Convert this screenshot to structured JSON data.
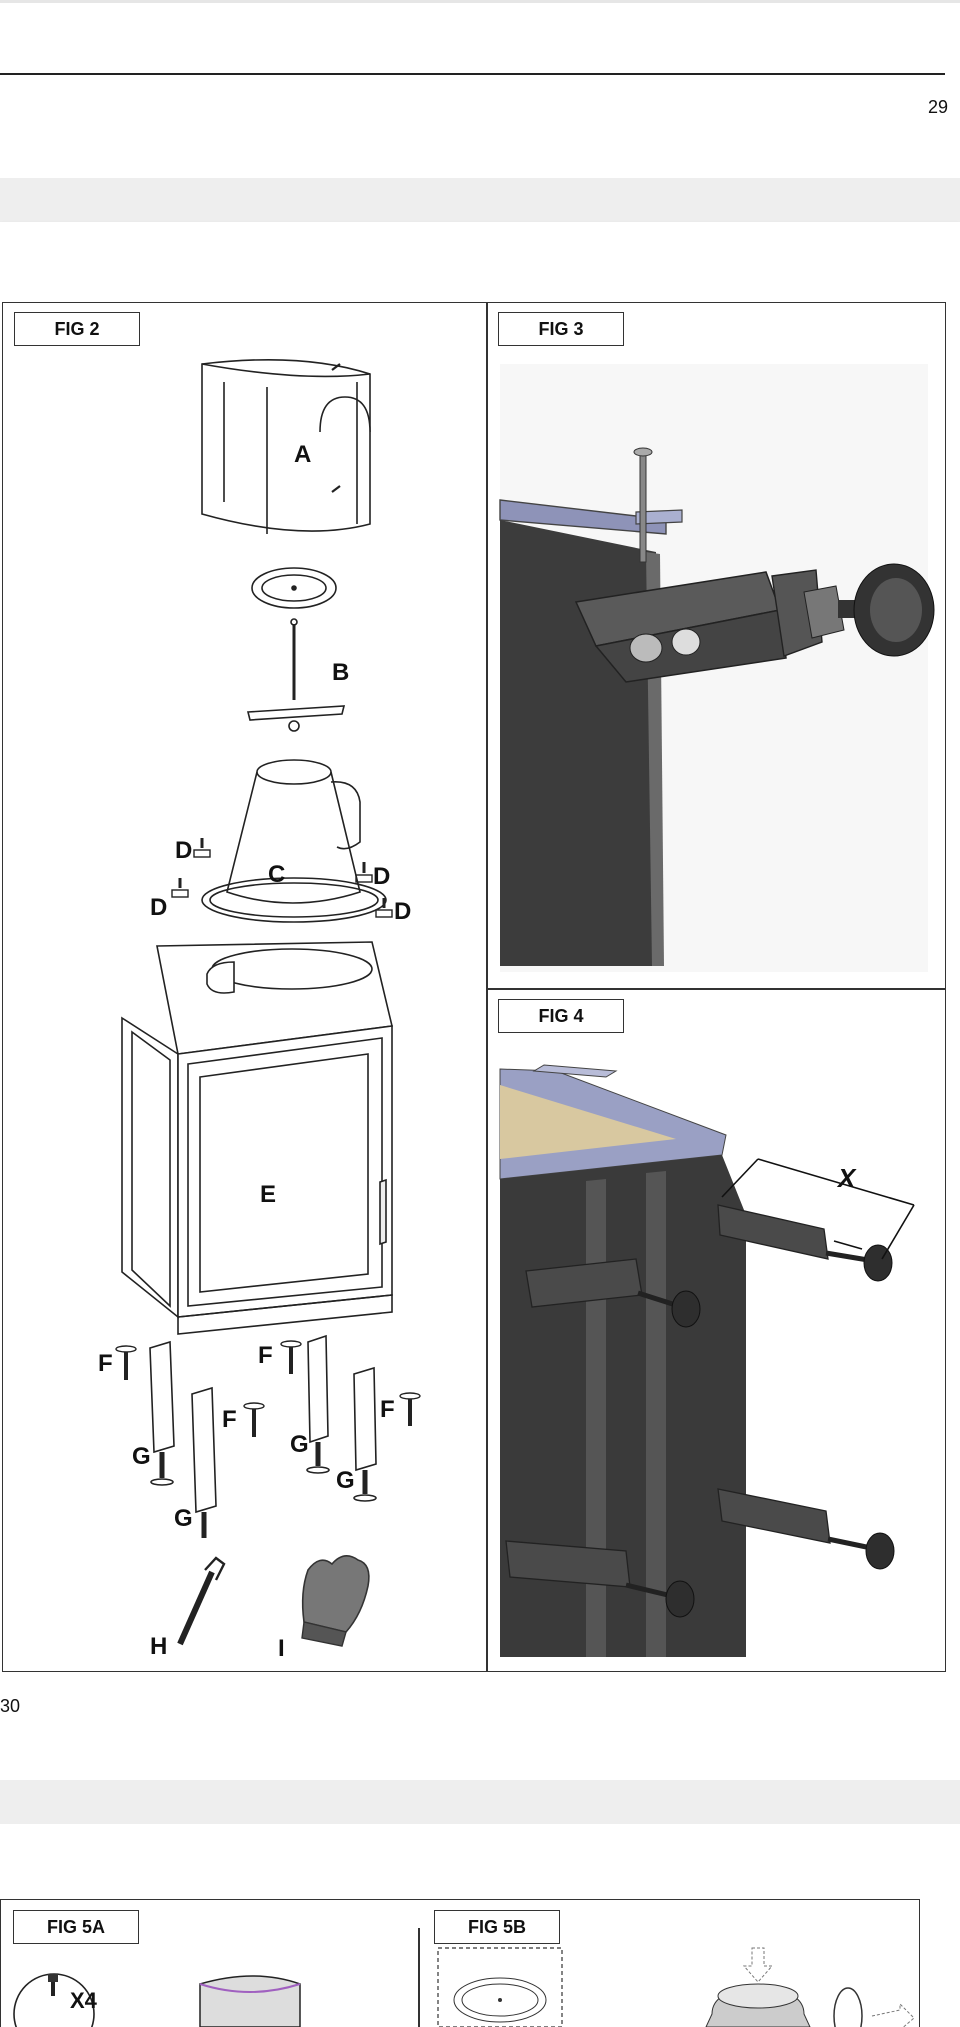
{
  "pages": {
    "top": {
      "page_number": "29"
    },
    "middle": {
      "page_number": "30"
    }
  },
  "fig2": {
    "label": "FIG 2",
    "parts": {
      "a": "A",
      "b": "B",
      "c": "C",
      "d": "D",
      "e": "E",
      "f": "F",
      "g": "G",
      "h": "H",
      "i": "I"
    }
  },
  "fig3": {
    "label": "FIG 3"
  },
  "fig4": {
    "label": "FIG 4",
    "dimension_label": "X"
  },
  "fig5a": {
    "label": "FIG 5A",
    "count_label": "X4"
  },
  "fig5b": {
    "label": "FIG 5B"
  }
}
